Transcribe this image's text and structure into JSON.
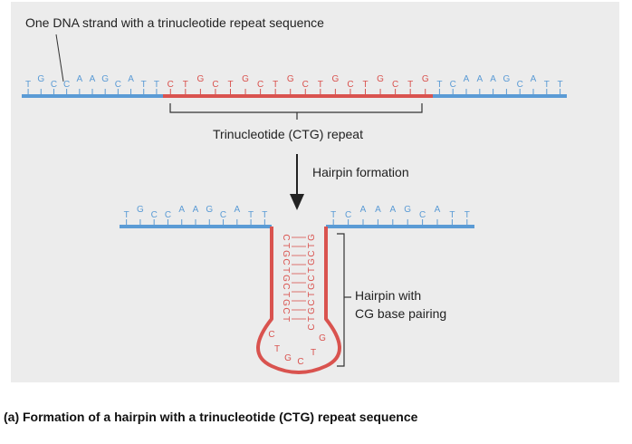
{
  "labels": {
    "strand": "One DNA strand with a trinucleotide repeat sequence",
    "repeat": "Trinucleotide (CTG) repeat",
    "hairpin_formation": "Hairpin formation",
    "hairpin_with": "Hairpin with",
    "cg_pairing": "CG base pairing"
  },
  "caption": "(a) Formation of a hairpin with a trinucleotide (CTG) repeat sequence",
  "sequences": {
    "top_left": "TGCCAAGCATT",
    "top_repeat": "CTGCTGCTGCTGCTGCTG",
    "top_right": "TCAAAGCATT",
    "mid_left": "TGCCAAGCATT",
    "mid_right": "TCAAAGCATT"
  },
  "colors": {
    "blue_backbone": "#5b9bd5",
    "red_backbone": "#d9534f",
    "panel": "#ececec"
  }
}
